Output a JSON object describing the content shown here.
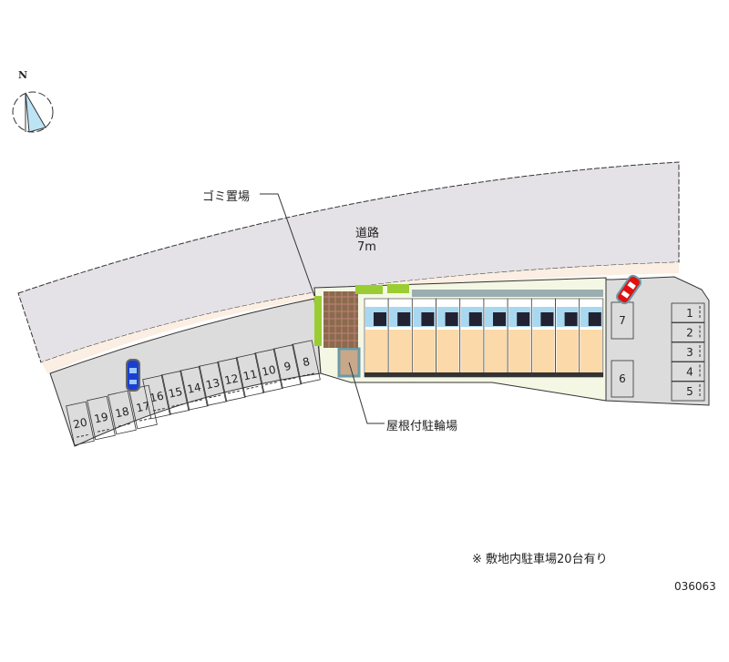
{
  "compass": {
    "north_label": "N"
  },
  "road": {
    "name": "道路",
    "width": "7m"
  },
  "labels": {
    "garbage": "ゴミ置場",
    "bicycle": "屋根付駐輪場"
  },
  "parking": {
    "left_lot": [
      "20",
      "19",
      "18",
      "17",
      "16",
      "15",
      "14",
      "13",
      "12",
      "11",
      "10",
      "9",
      "8"
    ],
    "center": [
      "7",
      "6"
    ],
    "right_lot": [
      "1",
      "2",
      "3",
      "4",
      "5"
    ]
  },
  "note": "※ 敷地内駐車場20台有り",
  "code": "036063",
  "colors": {
    "road": "#e4e2e6",
    "lot": "#dcdcdc",
    "grass": "#9acd32",
    "room": "#fcd9a8",
    "bath": "#a8d8f0",
    "car_blue": "#1a3fd0",
    "car_red": "#e01010"
  }
}
